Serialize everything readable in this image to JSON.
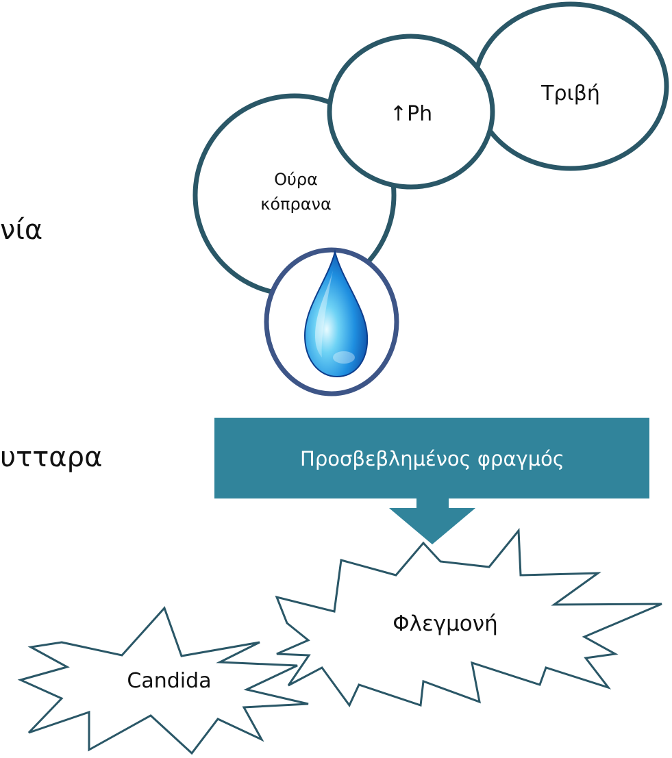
{
  "slide": {
    "left_fragment_1": "νία",
    "left_fragment_2": "υτταρα"
  },
  "circles": {
    "tribi": "Τριβή",
    "ph": "↑Ph",
    "oura_line1": "Ούρα",
    "oura_line2": "κόπρανα",
    "drop_icon": "water-drop"
  },
  "barrier": {
    "label": "Προσβεβλημένος φραγμός"
  },
  "bursts": {
    "inflammation": "Φλεγμονή",
    "candida": "Candida"
  },
  "colors": {
    "circle_stroke": "#2a5767",
    "drop_circle_stroke": "#3d5587",
    "barrier_fill": "#31849b",
    "drop_blue": "#1a73c9"
  }
}
